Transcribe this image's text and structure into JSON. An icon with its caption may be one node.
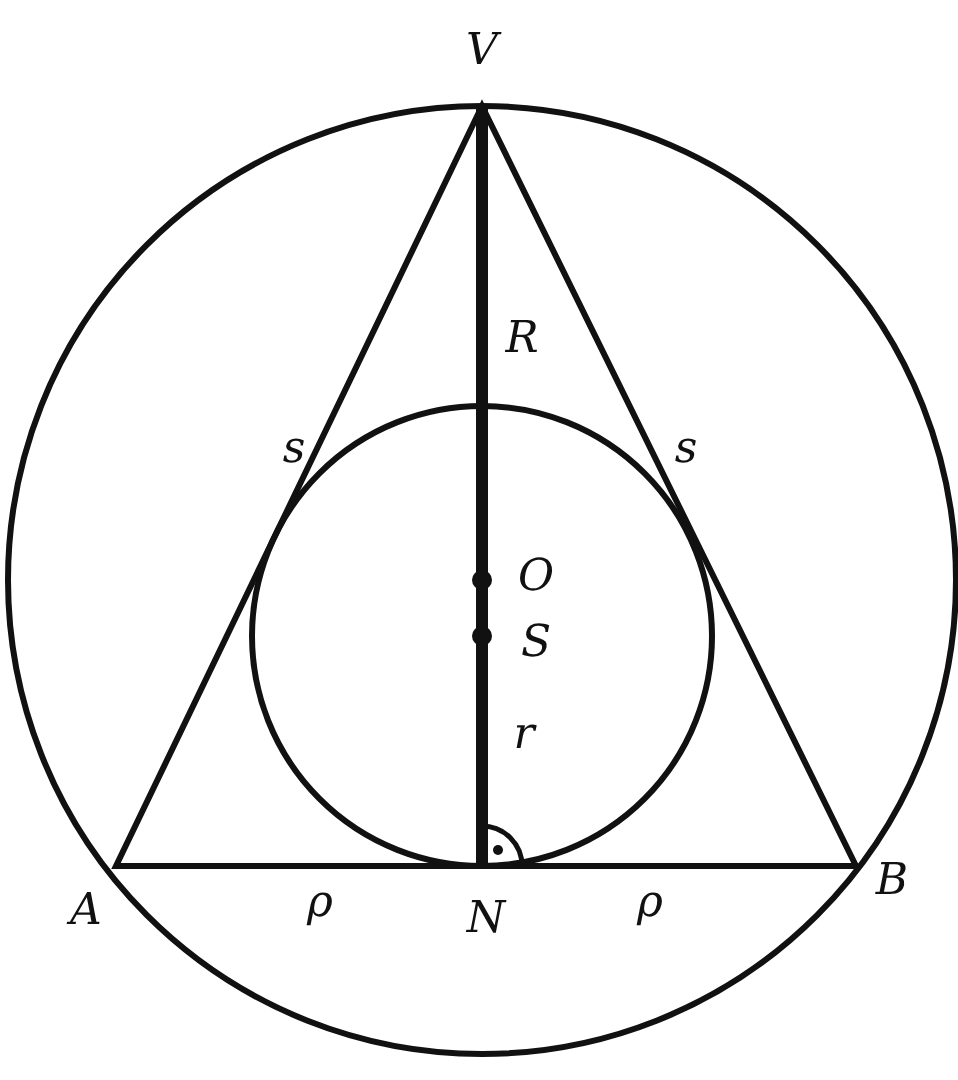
{
  "diagram": {
    "labels": [
      "V",
      "R",
      "s",
      "s",
      "O",
      "S",
      "r",
      "A",
      "ρ",
      "N",
      "ρ",
      "B"
    ]
  }
}
